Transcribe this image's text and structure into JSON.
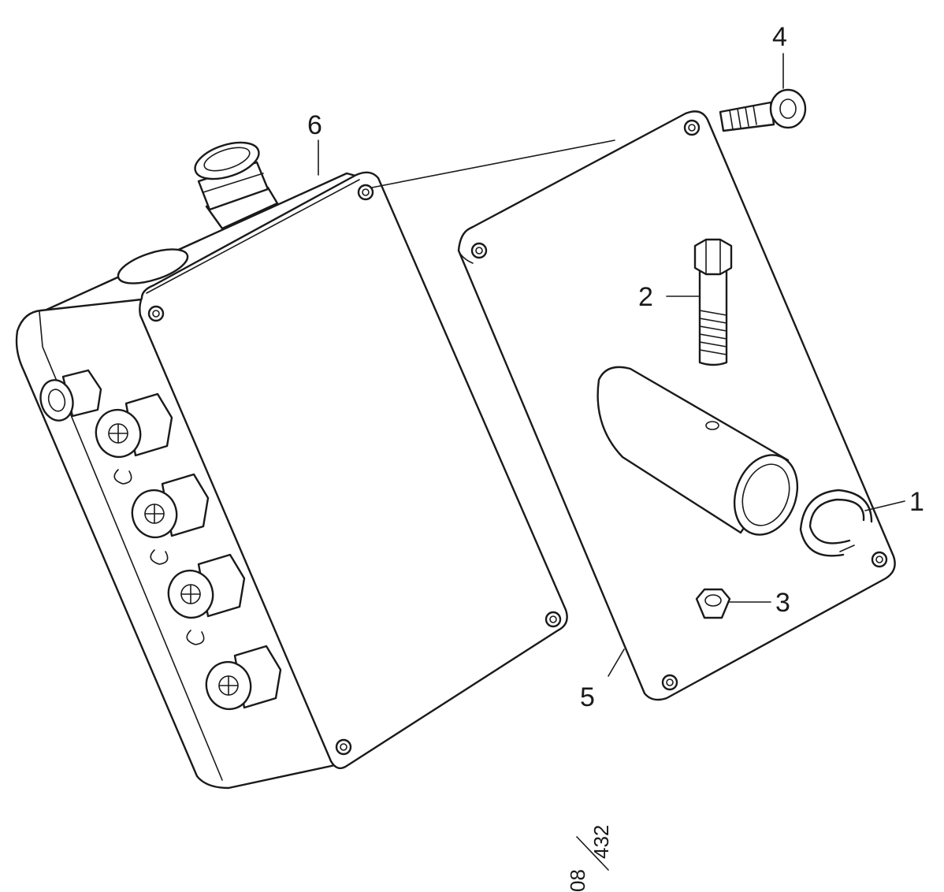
{
  "callouts": {
    "part_1": "1",
    "part_2": "2",
    "part_3": "3",
    "part_4": "4",
    "part_5": "5",
    "part_6": "6"
  },
  "drawing_number": {
    "top": "08",
    "bottom": "432"
  }
}
